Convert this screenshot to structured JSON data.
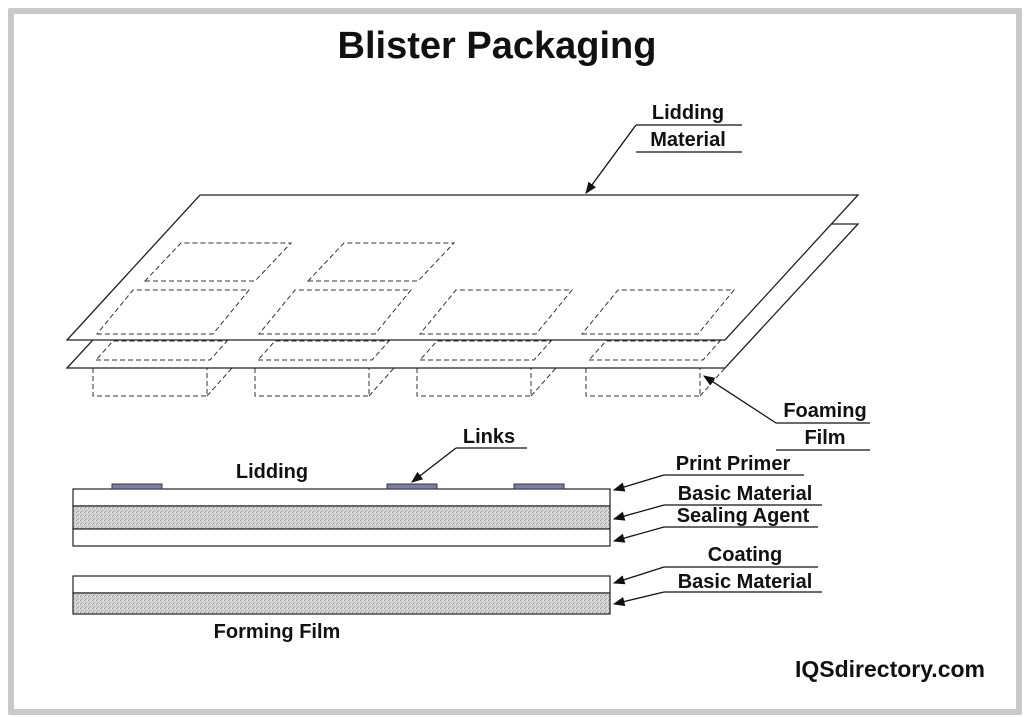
{
  "title": "Blister Packaging",
  "labels": {
    "lidding_material_line1": "Lidding",
    "lidding_material_line2": "Material",
    "foaming_film_line1": "Foaming",
    "foaming_film_line2": "Film",
    "links": "Links",
    "lidding": "Lidding",
    "print_primer": "Print Primer",
    "basic_material_top": "Basic Material",
    "sealing_agent": "Sealing Agent",
    "coating": "Coating",
    "basic_material_bottom": "Basic Material",
    "forming_film": "Forming Film"
  },
  "brand": "IQSdirectory.com",
  "colors": {
    "frame": "#c9c9c9",
    "link_pad": "#7b7fa6",
    "textured_layer": "#cfcfcf",
    "text": "#111111"
  }
}
